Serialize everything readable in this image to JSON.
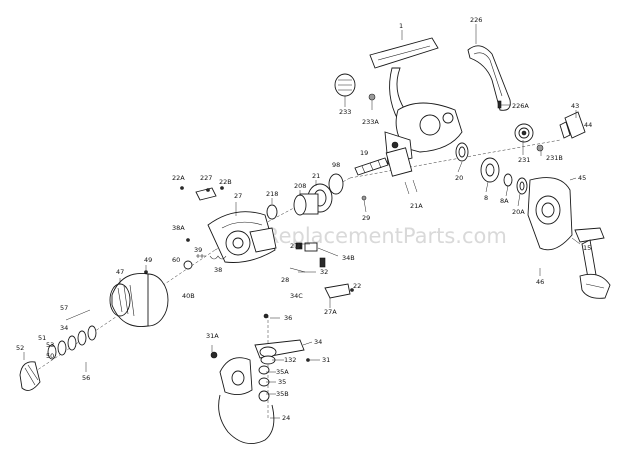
{
  "watermark": "eReplacementParts.com",
  "part_labels": {
    "p1": "1",
    "p226": "226",
    "p226a": "226A",
    "p233": "233",
    "p233a": "233A",
    "p43": "43",
    "p44": "44",
    "p231": "231",
    "p231b": "231B",
    "p19": "19",
    "p98": "98",
    "p20": "20",
    "p21": "21",
    "p21a": "21A",
    "p8": "8",
    "p8a": "8A",
    "p20a": "20A",
    "p45": "45",
    "p15": "15",
    "p46": "46",
    "p22a": "22A",
    "p227": "227",
    "p22b": "22B",
    "p27": "27",
    "p218": "218",
    "p208": "208",
    "p29": "29",
    "p38a": "38A",
    "p39": "39",
    "p60": "60",
    "p40b": "40B",
    "p38": "38",
    "p271": "271",
    "p34b": "34B",
    "p28": "28",
    "p34c": "34C",
    "p32": "32",
    "p22": "22",
    "p27a": "27A",
    "p47": "47",
    "p49": "49",
    "p57": "57",
    "p34": "34",
    "p51": "51",
    "p53": "53",
    "p50": "50",
    "p52": "52",
    "p56": "56",
    "p36": "36",
    "p31a": "31A",
    "p34r": "34",
    "p132": "132",
    "p31": "31",
    "p35a": "35A",
    "p35": "35",
    "p35b": "35B",
    "p24": "24"
  }
}
